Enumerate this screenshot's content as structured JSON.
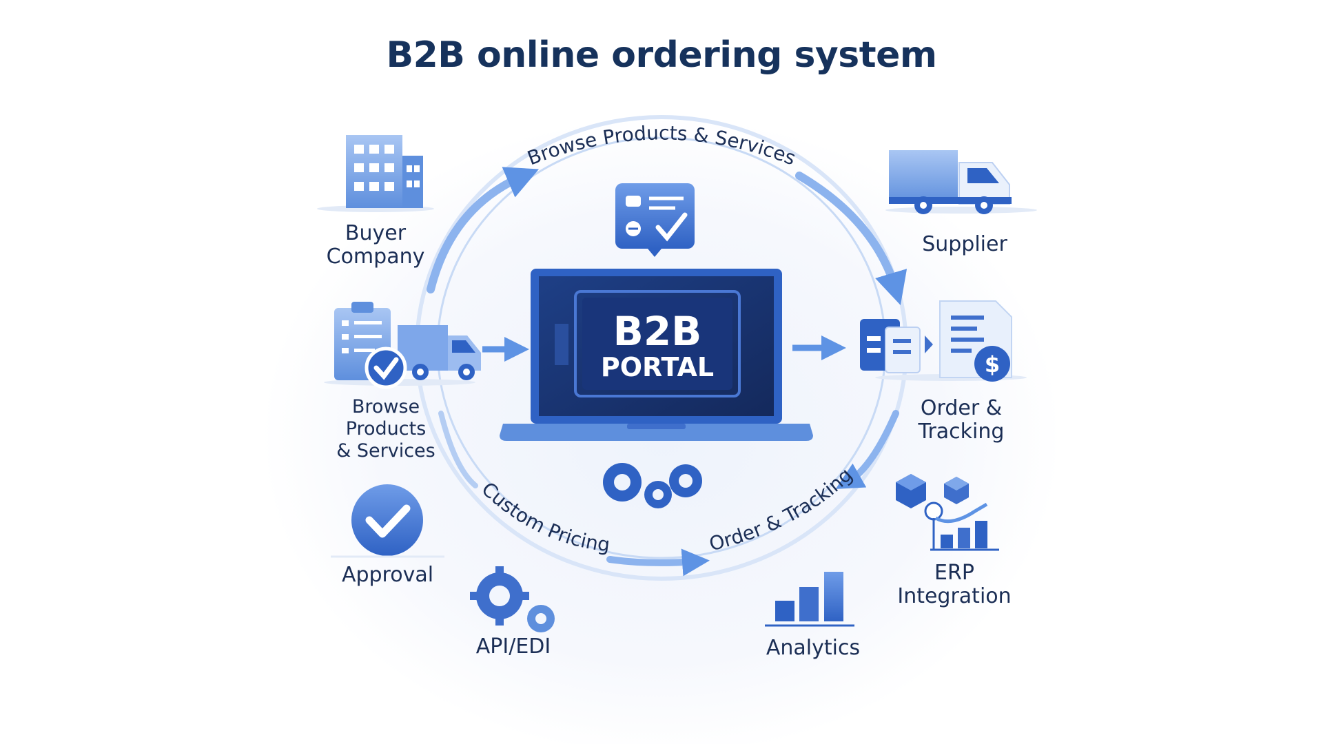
{
  "title": "B2B online ordering system",
  "portal": {
    "line1": "B2B",
    "line2": "PORTAL"
  },
  "flow_labels": {
    "top": "Browse Products & Services",
    "bottom_left": "Custom Pricing",
    "bottom_right": "Order & Tracking"
  },
  "nodes": {
    "buyer": {
      "line1": "Buyer",
      "line2": "Company"
    },
    "browse": {
      "line1": "Browse",
      "line2": "Products",
      "line3": "& Services"
    },
    "approval": "Approval",
    "api": "API/EDI",
    "analytics": "Analytics",
    "erp": {
      "line1": "ERP",
      "line2": "Integration"
    },
    "order": {
      "line1": "Order &",
      "line2": "Tracking"
    },
    "supplier": "Supplier"
  },
  "icons": {
    "buyer": "building-icon",
    "browse": "clipboard-check-truck-icon",
    "approval": "checkmark-circle-icon",
    "api": "gears-icon",
    "analytics": "bar-chart-icon",
    "erp": "cubes-chart-icon",
    "order": "invoice-dollar-icon",
    "supplier": "truck-icon",
    "checklist": "checklist-icon",
    "portal_gears": "gears-icon"
  },
  "colors": {
    "navy": "#16325c",
    "primary_blue": "#2f62c4",
    "light_blue": "#7fa8ea",
    "arrow_blue": "#5e93e4"
  }
}
